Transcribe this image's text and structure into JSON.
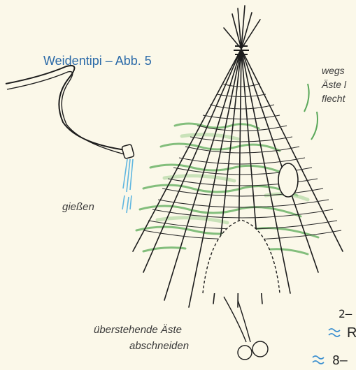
{
  "figure": {
    "title": "Weidentipi – Abb. 5"
  },
  "labels": {
    "water": "gießen",
    "cut_line1": "überstehende Äste",
    "cut_line2": "abschneiden",
    "right_line1": "wegs",
    "right_line2": "Äste l",
    "right_line3": "flecht"
  },
  "bottom": {
    "line1": "2–",
    "line2": "R",
    "line3": "8–"
  },
  "colors": {
    "background": "#fbf8e9",
    "title": "#2b6aa8",
    "ink": "#1c1c1c",
    "leaf_green": "#5aa85a",
    "water_blue": "#5fb6e0",
    "icon_blue": "#3a8fd0"
  },
  "icons": [
    "willow-tipi-drawing",
    "watering-hose-icon",
    "scissors-icon",
    "water-wave-icon"
  ]
}
